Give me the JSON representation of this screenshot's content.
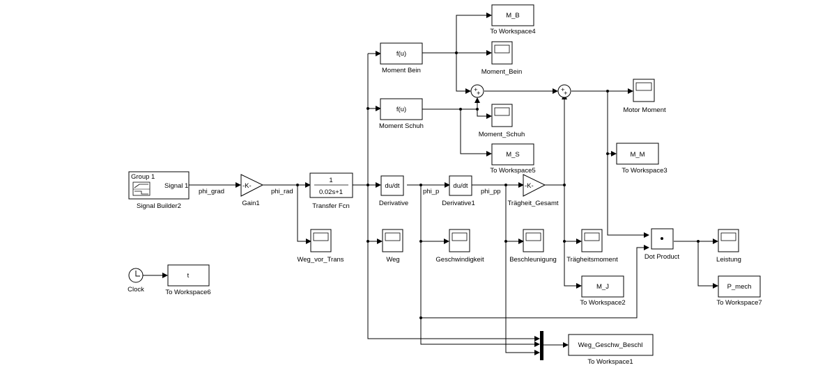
{
  "diagram": {
    "blocks": {
      "signal_builder": {
        "name": "Signal Builder2",
        "group": "Group 1",
        "port": "Signal 1"
      },
      "gain1": {
        "name": "Gain1",
        "value": "-K-"
      },
      "transfer_fcn": {
        "name": "Transfer Fcn",
        "num": "1",
        "den": "0.02s+1"
      },
      "derivative": {
        "name": "Derivative",
        "content": "du/dt"
      },
      "derivative1": {
        "name": "Derivative1",
        "content": "du/dt"
      },
      "traegheit_gesamt": {
        "name": "Trägheit_Gesamt",
        "value": "-K-"
      },
      "moment_bein_fcn": {
        "name": "Moment Bein",
        "content": "f(u)"
      },
      "moment_schuh_fcn": {
        "name": "Moment Schuh",
        "content": "f(u)"
      },
      "to_workspace4": {
        "name": "To Workspace4",
        "var": "M_B"
      },
      "to_workspace5": {
        "name": "To Workspace5",
        "var": "M_S"
      },
      "to_workspace3": {
        "name": "To Workspace3",
        "var": "M_M"
      },
      "to_workspace2": {
        "name": "To Workspace2",
        "var": "M_J"
      },
      "to_workspace7": {
        "name": "To Workspace7",
        "var": "P_mech"
      },
      "to_workspace6": {
        "name": "To Workspace6",
        "var": "t"
      },
      "to_workspace1": {
        "name": "To Workspace1",
        "var": "Weg_Geschw_Beschl"
      },
      "scope_moment_bein": {
        "name": "Moment_Bein"
      },
      "scope_moment_schuh": {
        "name": "Moment_Schuh"
      },
      "scope_motor_moment": {
        "name": "Motor Moment"
      },
      "scope_weg_vor_trans": {
        "name": "Weg_vor_Trans"
      },
      "scope_weg": {
        "name": "Weg"
      },
      "scope_geschwindigkeit": {
        "name": "Geschwindigkeit"
      },
      "scope_beschleunigung": {
        "name": "Beschleunigung"
      },
      "scope_traegheitsmoment": {
        "name": "Trägheitsmoment"
      },
      "scope_leistung": {
        "name": "Leistung"
      },
      "dot_product": {
        "name": "Dot Product",
        "symbol": "•"
      },
      "clock": {
        "name": "Clock"
      },
      "sum1": {
        "signs": "++"
      },
      "sum2": {
        "signs": "++"
      }
    },
    "signals": {
      "phi_grad": "phi_grad",
      "phi_rad": "phi_rad",
      "phi_p": "phi_p",
      "phi_pp": "phi_pp"
    }
  }
}
